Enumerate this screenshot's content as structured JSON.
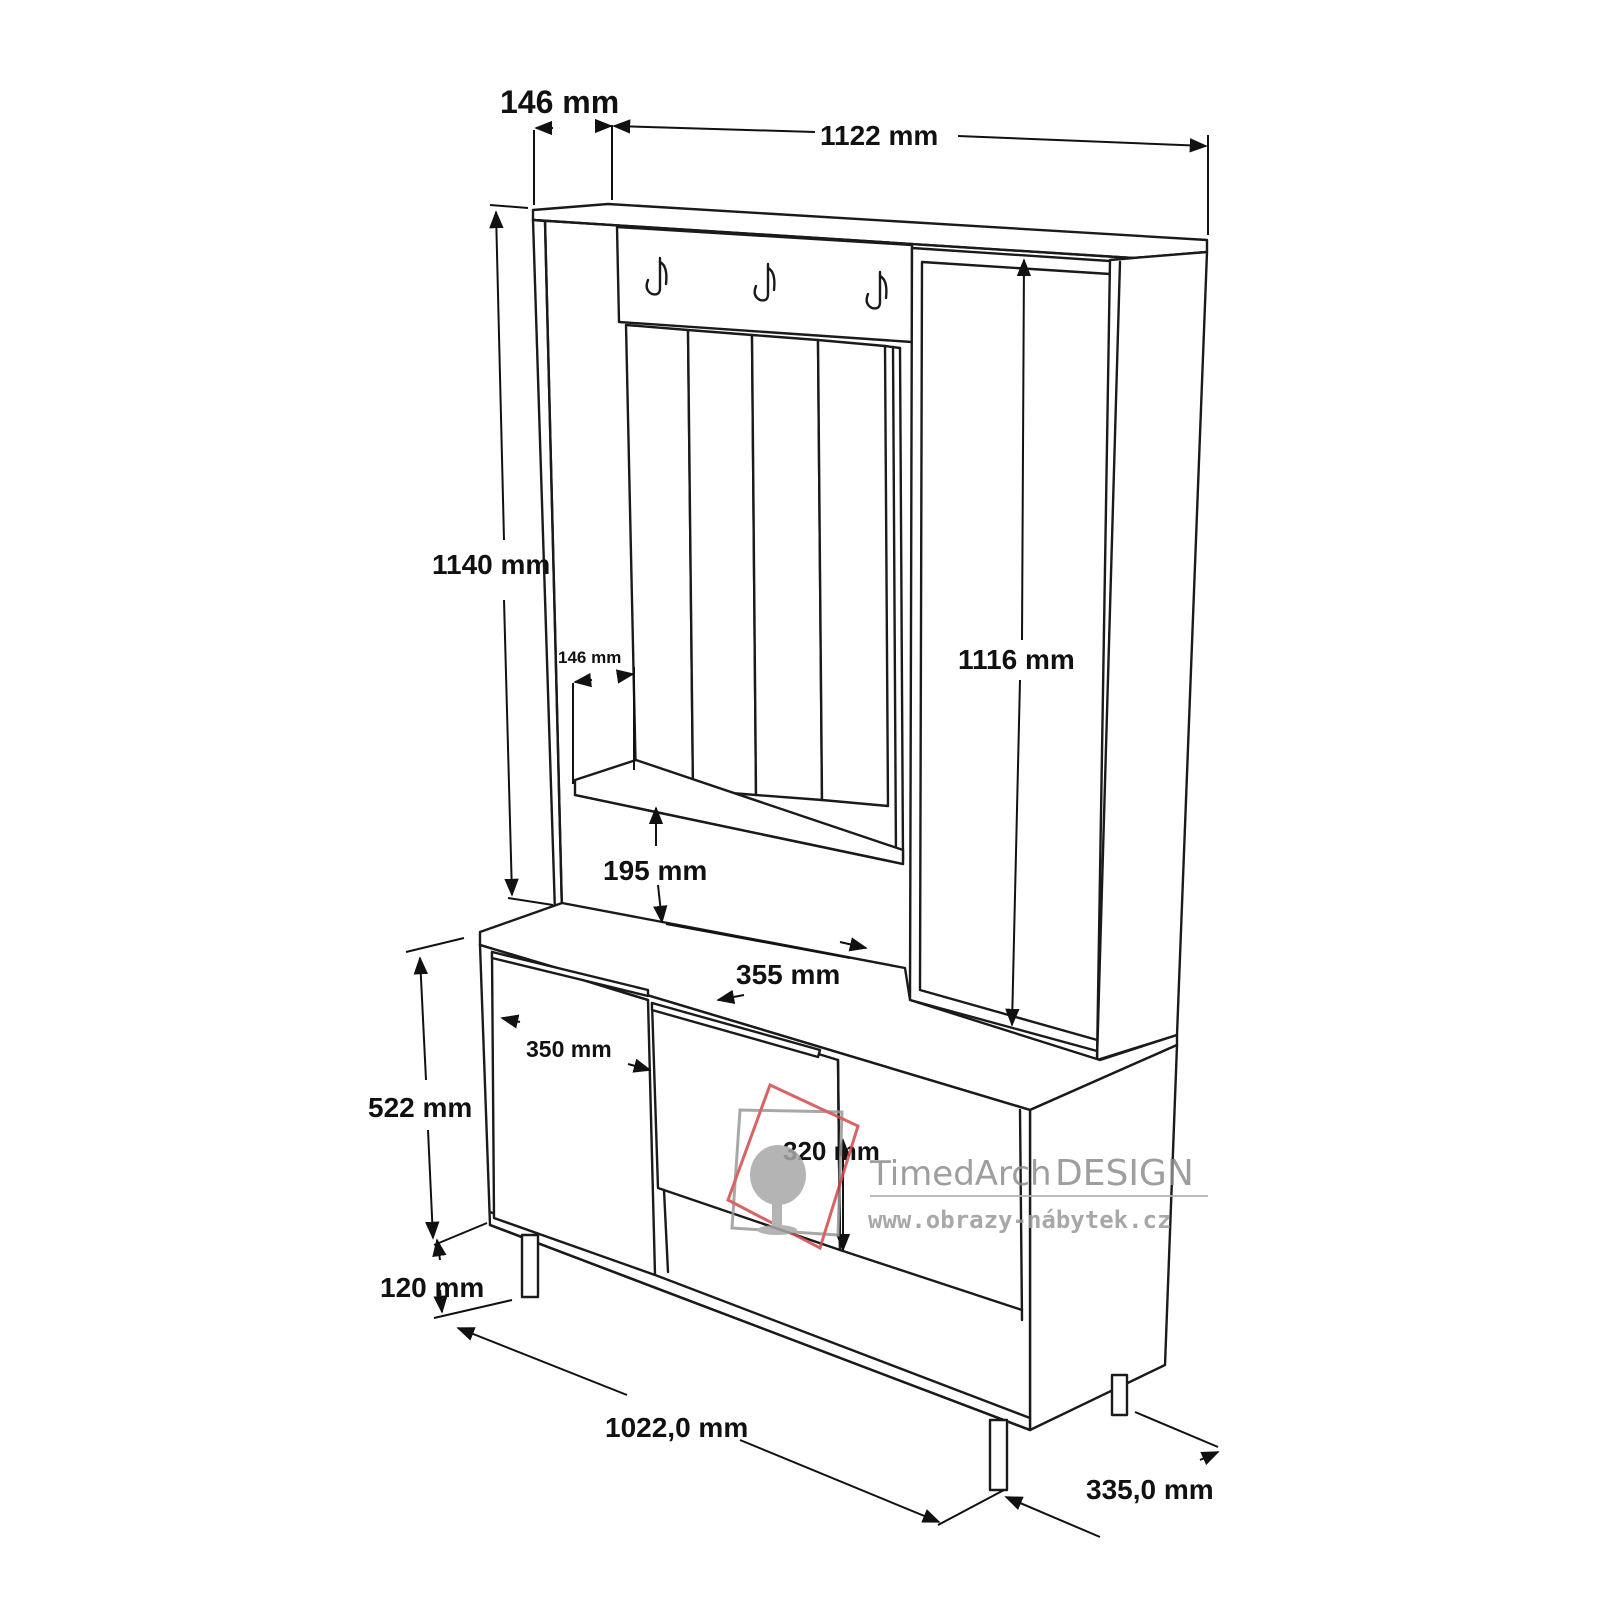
{
  "dimensions": {
    "top_depth": "146 mm",
    "top_width": "1122 mm",
    "hall_height": "1140 mm",
    "shelf_depth": "146 mm",
    "mirror_height": "1116 mm",
    "shelf_gap": "195 mm",
    "cabinet_width_inner": "355 mm",
    "door_width": "350 mm",
    "compartment_height": "320 mm",
    "cabinet_height": "522 mm",
    "leg_height": "120 mm",
    "cabinet_width": "1022,0 mm",
    "cabinet_depth": "335,0 mm"
  },
  "watermark": {
    "brand_part1": "TimedArch",
    "brand_part2": "DESIGN",
    "url": "www.obrazy-nábytek.cz",
    "accent_color": "#d24a4a"
  }
}
